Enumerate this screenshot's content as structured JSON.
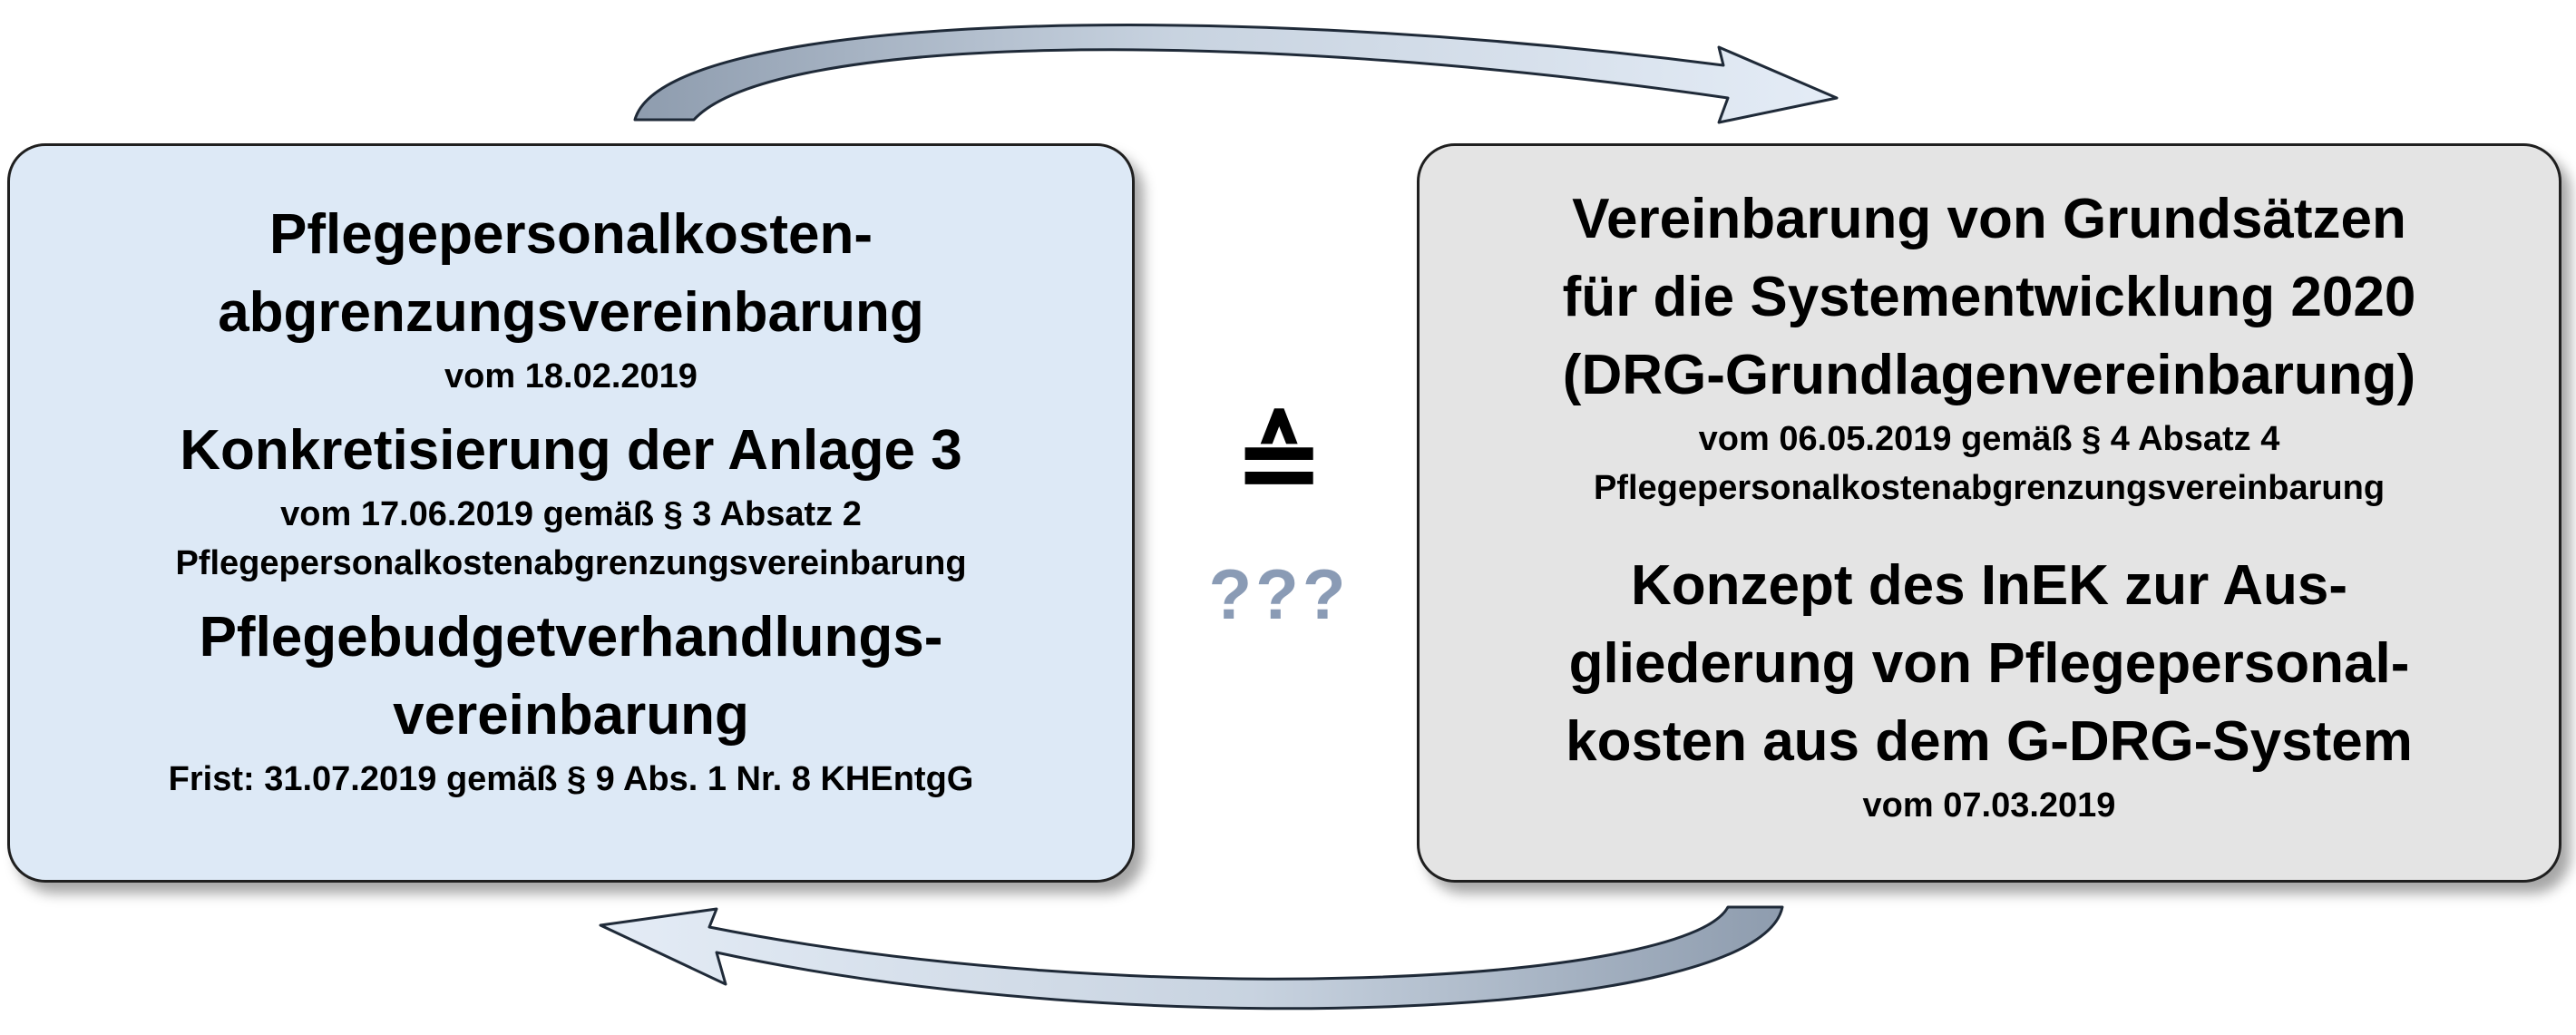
{
  "left_box": {
    "color": "#dde9f6",
    "title_line1": "Pflegepersonalkosten-",
    "title_line2": "abgrenzungsvereinbarung",
    "title_date": "vom 18.02.2019",
    "section2_title": "Konkretisierung der Anlage 3",
    "section2_line1": "vom 17.06.2019 gemäß § 3 Absatz 2",
    "section2_line2": "Pflegepersonalkostenabgrenzungsvereinbarung",
    "section3_line1": "Pflegebudgetverhandlungs-",
    "section3_line2": "vereinbarung",
    "section3_note": "Frist: 31.07.2019 gemäß § 9 Abs. 1 Nr. 8 KHEntgG"
  },
  "right_box": {
    "color": "#e4e4e4",
    "title_line1": "Vereinbarung von Grundsätzen",
    "title_line2": "für die Systementwicklung 2020",
    "title_line3": "(DRG-Grundlagenvereinbarung)",
    "title_note1": "vom 06.05.2019 gemäß § 4 Absatz 4",
    "title_note2": "Pflegepersonalkostenabgrenzungsvereinbarung",
    "section2_line1": "Konzept des InEK zur Aus-",
    "section2_line2": "gliederung von Pflegepersonal-",
    "section2_line3": "kosten aus dem G-DRG-System",
    "section2_date": "vom 07.03.2019"
  },
  "center": {
    "symbol": "≙",
    "question": "???"
  },
  "arrows": {
    "fill_top": "#dce6f2",
    "fill_bottom": "#dce6f2",
    "shade": "#8c9bae"
  }
}
